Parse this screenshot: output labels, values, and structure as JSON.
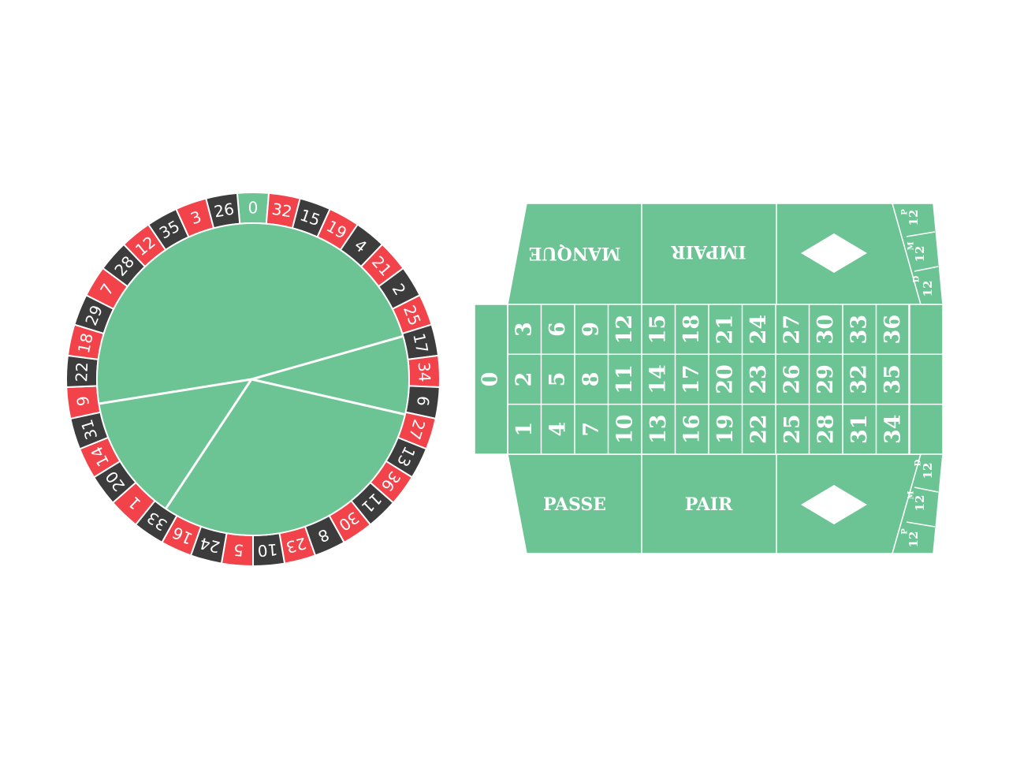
{
  "colors": {
    "felt": "#6cc393",
    "red": "#f2424a",
    "black": "#3c3c3c",
    "green_pocket": "#6cc393",
    "line": "#ffffff"
  },
  "wheel": {
    "pockets": [
      {
        "label": "0",
        "color": "green"
      },
      {
        "label": "32",
        "color": "red"
      },
      {
        "label": "15",
        "color": "black"
      },
      {
        "label": "19",
        "color": "red"
      },
      {
        "label": "4",
        "color": "black"
      },
      {
        "label": "21",
        "color": "red"
      },
      {
        "label": "2",
        "color": "black"
      },
      {
        "label": "25",
        "color": "red"
      },
      {
        "label": "17",
        "color": "black"
      },
      {
        "label": "34",
        "color": "red"
      },
      {
        "label": "6",
        "color": "black"
      },
      {
        "label": "27",
        "color": "red"
      },
      {
        "label": "13",
        "color": "black"
      },
      {
        "label": "36",
        "color": "red"
      },
      {
        "label": "11",
        "color": "black"
      },
      {
        "label": "30",
        "color": "red"
      },
      {
        "label": "8",
        "color": "black"
      },
      {
        "label": "23",
        "color": "red"
      },
      {
        "label": "10",
        "color": "black"
      },
      {
        "label": "5",
        "color": "red"
      },
      {
        "label": "24",
        "color": "black"
      },
      {
        "label": "16",
        "color": "red"
      },
      {
        "label": "33",
        "color": "black"
      },
      {
        "label": "1",
        "color": "red"
      },
      {
        "label": "20",
        "color": "black"
      },
      {
        "label": "14",
        "color": "red"
      },
      {
        "label": "31",
        "color": "black"
      },
      {
        "label": "9",
        "color": "red"
      },
      {
        "label": "22",
        "color": "black"
      },
      {
        "label": "18",
        "color": "red"
      },
      {
        "label": "29",
        "color": "black"
      },
      {
        "label": "7",
        "color": "red"
      },
      {
        "label": "28",
        "color": "black"
      },
      {
        "label": "12",
        "color": "red"
      },
      {
        "label": "35",
        "color": "black"
      },
      {
        "label": "3",
        "color": "red"
      },
      {
        "label": "26",
        "color": "black"
      }
    ]
  },
  "board": {
    "zero": "0",
    "numbers": [
      [
        "3",
        "6",
        "9",
        "12",
        "15",
        "18",
        "21",
        "24",
        "27",
        "30",
        "33",
        "36"
      ],
      [
        "2",
        "5",
        "8",
        "11",
        "14",
        "17",
        "20",
        "23",
        "26",
        "29",
        "32",
        "35"
      ],
      [
        "1",
        "4",
        "7",
        "10",
        "13",
        "16",
        "19",
        "22",
        "25",
        "28",
        "31",
        "34"
      ]
    ],
    "top_labels": [
      "MANQUE",
      "IMPAIR"
    ],
    "bottom_labels": [
      "PASSE",
      "PAIR"
    ],
    "dozens_top": [
      {
        "letter": "P",
        "number": "12"
      },
      {
        "letter": "M",
        "number": "12"
      },
      {
        "letter": "D",
        "number": "12"
      }
    ],
    "dozens_bottom": [
      {
        "letter": "D",
        "number": "12"
      },
      {
        "letter": "M",
        "number": "12"
      },
      {
        "letter": "P",
        "number": "12"
      }
    ]
  }
}
